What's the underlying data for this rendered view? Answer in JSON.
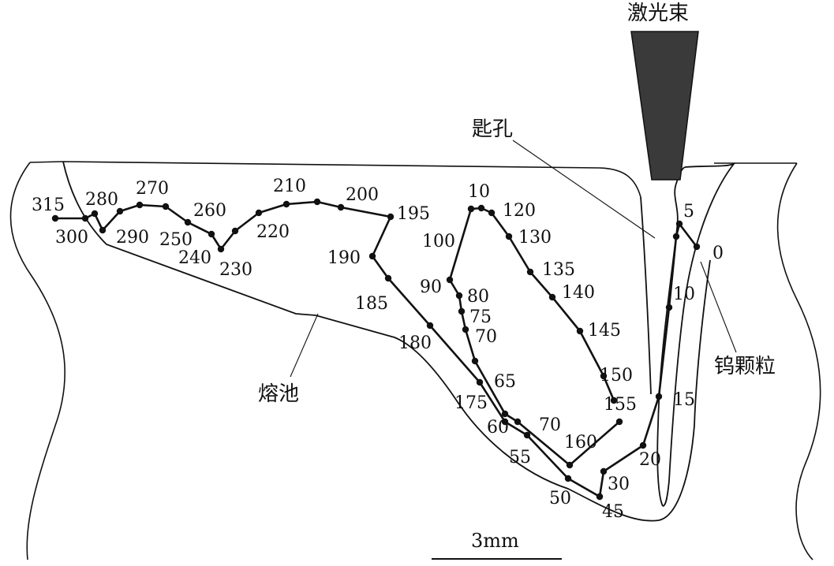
{
  "labels": {
    "laser_beam": "激光束",
    "keyhole": "匙孔",
    "melt_pool": "熔池",
    "tungsten_particle": "钨颗粒",
    "scale_bar": "3mm"
  },
  "track_labels": [
    "315",
    "300",
    "280",
    "290",
    "270",
    "250",
    "260",
    "240",
    "230",
    "220",
    "210",
    "200",
    "195",
    "190",
    "185",
    "180",
    "175",
    "10",
    "100",
    "90",
    "80",
    "75",
    "70",
    "65",
    "60",
    "55",
    "50",
    "45",
    "30",
    "20",
    "15",
    "10",
    "5",
    "0",
    "120",
    "130",
    "135",
    "140",
    "145",
    "150",
    "155",
    "160",
    "70"
  ],
  "colors": {
    "stroke": "#111111",
    "laser": "#3a3a3a",
    "background": "#ffffff"
  }
}
